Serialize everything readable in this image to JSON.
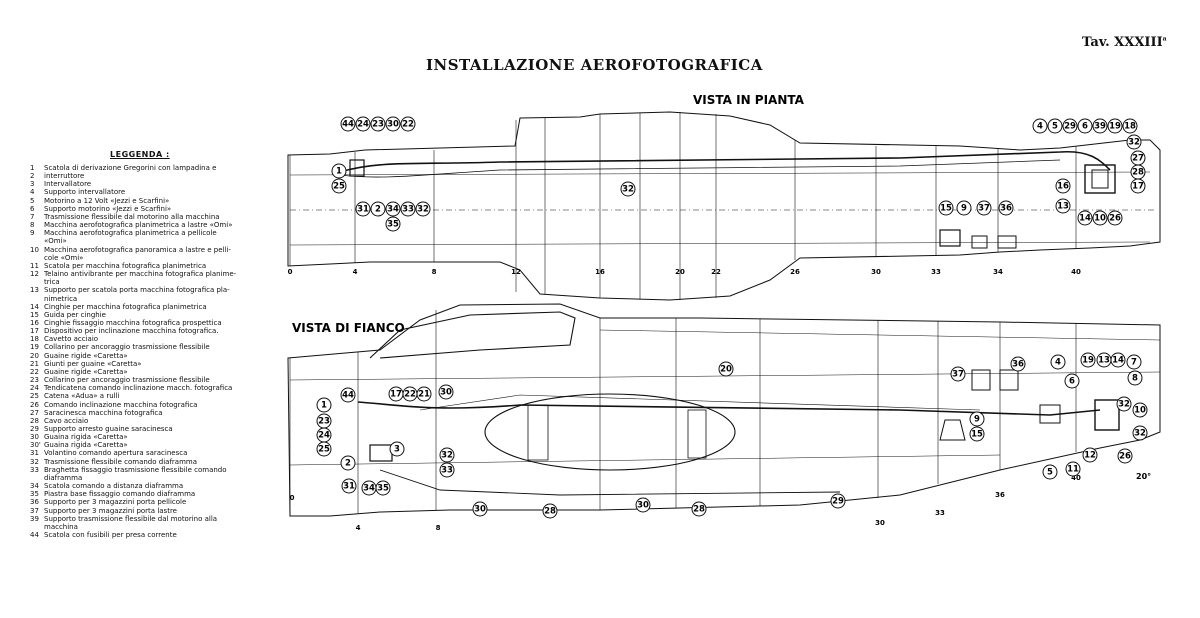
{
  "plate": {
    "label": "Tav. XXXIII",
    "sup": "a"
  },
  "title": "INSTALLAZIONE AEROFOTOGRAFICA",
  "views": {
    "plan": "VISTA IN PIANTA",
    "side": "VISTA DI FIANCO"
  },
  "legend": {
    "title": "LEGGENDA :",
    "items": [
      {
        "num": "1",
        "text": "Scatola di derivazione Gregorini con lampadina e"
      },
      {
        "num": "2",
        "text": "      interruttore"
      },
      {
        "num": "3",
        "text": "Intervallatore"
      },
      {
        "num": "4",
        "text": "Supporto intervallatore"
      },
      {
        "num": "5",
        "text": "Motorino a 12 Volt «Jezzi e Scarfini»"
      },
      {
        "num": "6",
        "text": "Supporto motorino «Jezzi e Scarfini»"
      },
      {
        "num": "7",
        "text": "Trasmissione flessibile dal motorino alla macchina"
      },
      {
        "num": "8",
        "text": "Macchina aerofotografica planimetrica a lastre «Omi»"
      },
      {
        "num": "9",
        "text": "Macchina aerofotografica planimetrica a pellicole\n      «Omi»"
      },
      {
        "num": "10",
        "text": "Macchina aerofotografica panoramica a lastre e pelli-\n      cole «Omi»"
      },
      {
        "num": "11",
        "text": "Scatola per macchina fotografica planimetrica"
      },
      {
        "num": "12",
        "text": "Telaino antivibrante per macchina fotografica planime-\n      trica"
      },
      {
        "num": "13",
        "text": "Supporto per scatola porta macchina fotografica pla-\n      nimetrica"
      },
      {
        "num": "14",
        "text": "Cinghie per macchina fotografica planimetrica"
      },
      {
        "num": "15",
        "text": "Guida per cinghie"
      },
      {
        "num": "16",
        "text": "Cinghie fissaggio macchina fotografica prospettica"
      },
      {
        "num": "17",
        "text": "Dispositivo per inclinazione macchina fotografica."
      },
      {
        "num": "18",
        "text": "Cavetto acciaio"
      },
      {
        "num": "19",
        "text": "Collarino per ancoraggio trasmissione flessibile"
      },
      {
        "num": "20",
        "text": "Guaine rigide «Caretta»"
      },
      {
        "num": "21",
        "text": "Giunti per guaine «Caretta»"
      },
      {
        "num": "22",
        "text": "Guaine rigide «Caretta»"
      },
      {
        "num": "23",
        "text": "Collarino per ancoraggio trasmissione flessibile"
      },
      {
        "num": "24",
        "text": "Tendicatena comando inclinazione macch. fotografica"
      },
      {
        "num": "25",
        "text": "Catena «Adua» a rulli"
      },
      {
        "num": "26",
        "text": "Comando inclinazione macchina fotografica"
      },
      {
        "num": "27",
        "text": "Saracinesca macchina fotografica"
      },
      {
        "num": "28",
        "text": "Cavo acciaio"
      },
      {
        "num": "29",
        "text": "Supporto arresto guaine saracinesca"
      },
      {
        "num": "30",
        "text": "Guaina rigida «Caretta»"
      },
      {
        "num": "30'",
        "text": "Guaina rigida «Caretta»"
      },
      {
        "num": "31",
        "text": "Volantino comando apertura saracinesca"
      },
      {
        "num": "32",
        "text": "Trasmissione flessibile comando diaframma"
      },
      {
        "num": "33",
        "text": "Braghetta fissaggio trasmissione flessibile comando\n      diaframma"
      },
      {
        "num": "34",
        "text": "Scatola comando a distanza diaframma"
      },
      {
        "num": "35",
        "text": "Piastra base fissaggio comando diaframma"
      },
      {
        "num": "36",
        "text": "Supporto per 3 magazzini porta pellicole"
      },
      {
        "num": "37",
        "text": "Supporto per 3 magazzini porta lastre"
      },
      {
        "num": "39",
        "text": "Supporto trasmissione flessibile dal motorino alla\n      macchina"
      },
      {
        "num": "44",
        "text": "Scatola con fusibili per presa corrente"
      }
    ]
  },
  "plan_frames": [
    "0",
    "4",
    "8",
    "12",
    "16",
    "20",
    "22",
    "26",
    "30",
    "33",
    "34",
    "40"
  ],
  "side_frames": [
    "0",
    "4",
    "8",
    "30",
    "33",
    "36",
    "40"
  ],
  "plan_callouts": [
    "44",
    "24",
    "23",
    "30",
    "22",
    "1",
    "25",
    "31",
    "2",
    "34",
    "33",
    "32",
    "35",
    "32",
    "15",
    "9",
    "37",
    "36",
    "4",
    "5",
    "29",
    "6",
    "39",
    "19",
    "18",
    "32",
    "27",
    "28",
    "16",
    "17",
    "13",
    "14",
    "10",
    "26"
  ],
  "side_callouts": [
    "44",
    "17",
    "22",
    "21",
    "30",
    "20",
    "1",
    "23",
    "24",
    "3",
    "25",
    "32",
    "2",
    "33",
    "31",
    "34",
    "35",
    "30",
    "28",
    "30",
    "28",
    "29",
    "37",
    "36",
    "9",
    "15",
    "4",
    "6",
    "19",
    "13",
    "14",
    "7",
    "8",
    "32",
    "10",
    "32",
    "26",
    "5",
    "11",
    "12"
  ],
  "side_annotations": {
    "angle": "20°",
    "frame_40": "40"
  }
}
